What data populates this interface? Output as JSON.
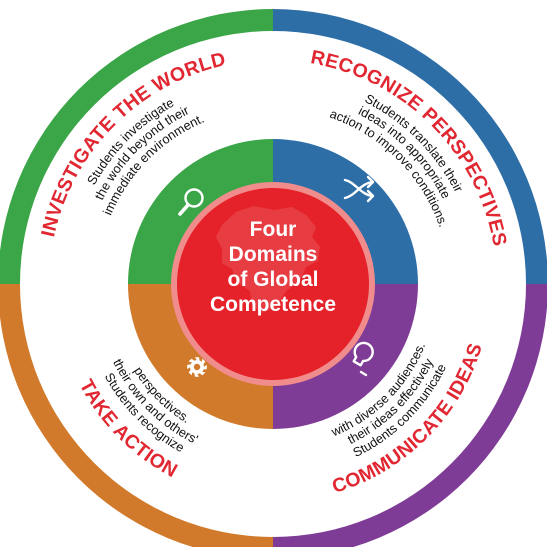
{
  "center": {
    "lines": [
      "Four",
      "Domains",
      "of Global",
      "Competence"
    ]
  },
  "domains": [
    {
      "key": "investigate",
      "title": "INVESTIGATE THE WORLD",
      "lines": [
        "Students investigate",
        "the world beyond their",
        "immediate environment."
      ],
      "color": "#3aa648",
      "icon": "magnifying-glass-icon"
    },
    {
      "key": "recognize",
      "title": "RECOGNIZE PERSPECTIVES",
      "lines": [
        "Students translate their",
        "ideas into appropriate",
        "action to improve conditions."
      ],
      "color": "#2e6ea6",
      "icon": "crossing-arrows-icon"
    },
    {
      "key": "communicate",
      "title": "COMMUNICATE IDEAS",
      "lines": [
        "Students communicate",
        "their ideas effectively",
        "with diverse audiences."
      ],
      "color": "#7f3c97",
      "icon": "lightbulb-icon"
    },
    {
      "key": "action",
      "title": "TAKE ACTION",
      "lines": [
        "Students recognize",
        "their own and others'",
        "perspectives."
      ],
      "color": "#d27a2b",
      "icon": "gear-icon"
    }
  ],
  "colors": {
    "title_red": "#e02732",
    "center_red": "#e52229",
    "center_ring": "#f08c8c",
    "white_band": "#ffffff"
  }
}
